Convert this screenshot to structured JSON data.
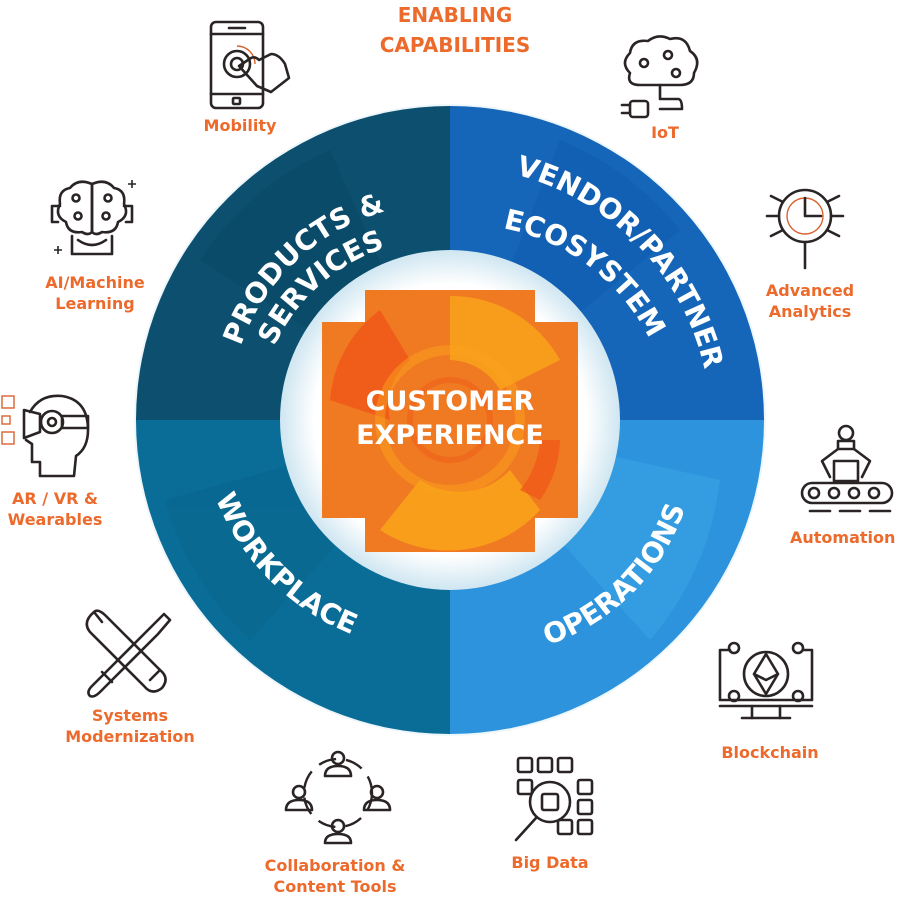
{
  "title": {
    "line1": "ENABLING",
    "line2": "CAPABILITIES"
  },
  "center": {
    "line1": "CUSTOMER",
    "line2": "EXPERIENCE"
  },
  "quadrants": [
    {
      "label_line1": "PRODUCTS &",
      "label_line2": "SERVICES",
      "color": "#0c4f6e"
    },
    {
      "label_line1": "VENDOR/PARTNER",
      "label_line2": "ECOSYSTEM",
      "color": "#1565b8"
    },
    {
      "label_line1": "OPERATIONS",
      "color": "#2c93dc"
    },
    {
      "label_line1": "WORKPLACE",
      "color": "#0a6d98"
    }
  ],
  "capabilities": [
    {
      "icon": "smartphone-touch-icon",
      "line1": "Mobility"
    },
    {
      "icon": "iot-brain-plug-icon",
      "line1": "IoT"
    },
    {
      "icon": "analytics-magnifier-icon",
      "line1": "Advanced",
      "line2": "Analytics"
    },
    {
      "icon": "robot-conveyor-icon",
      "line1": "Automation"
    },
    {
      "icon": "blockchain-monitor-icon",
      "line1": "Blockchain"
    },
    {
      "icon": "big-data-grid-icon",
      "line1": "Big Data"
    },
    {
      "icon": "collaboration-people-icon",
      "line1": "Collaboration &",
      "line2": "Content Tools"
    },
    {
      "icon": "wrench-screwdriver-icon",
      "line1": "Systems",
      "line2": "Modernization"
    },
    {
      "icon": "vr-headset-icon",
      "line1": "AR / VR &",
      "line2": "Wearables"
    },
    {
      "icon": "brain-gear-icon",
      "line1": "AI/Machine",
      "line2": "Learning"
    }
  ],
  "colors": {
    "accent": "#ec6a2c",
    "center_orange": "#f07a22",
    "center_dark": "#f05a1a",
    "center_yellow": "#f9a21b",
    "ring_pale": "#d9ecf4"
  }
}
